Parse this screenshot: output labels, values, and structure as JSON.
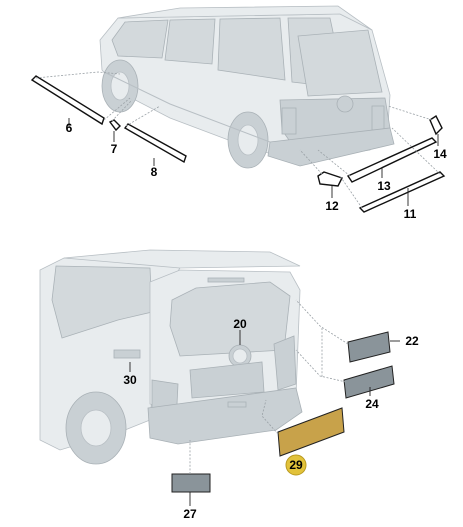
{
  "diagram": {
    "callouts": [
      {
        "id": "c6",
        "text": "6"
      },
      {
        "id": "c7",
        "text": "7"
      },
      {
        "id": "c8",
        "text": "8"
      },
      {
        "id": "c14",
        "text": "14"
      },
      {
        "id": "c13",
        "text": "13"
      },
      {
        "id": "c12",
        "text": "12"
      },
      {
        "id": "c11",
        "text": "11"
      },
      {
        "id": "c20",
        "text": "20"
      },
      {
        "id": "c22",
        "text": "22"
      },
      {
        "id": "c30",
        "text": "30"
      },
      {
        "id": "c24",
        "text": "24"
      },
      {
        "id": "c29",
        "text": "29"
      },
      {
        "id": "c27",
        "text": "27"
      }
    ],
    "colors": {
      "highlight_part": "#c8a24a",
      "highlight_badge": "#e2c23a",
      "part_gray": "#8a949a",
      "body": "#e8ecee"
    }
  }
}
